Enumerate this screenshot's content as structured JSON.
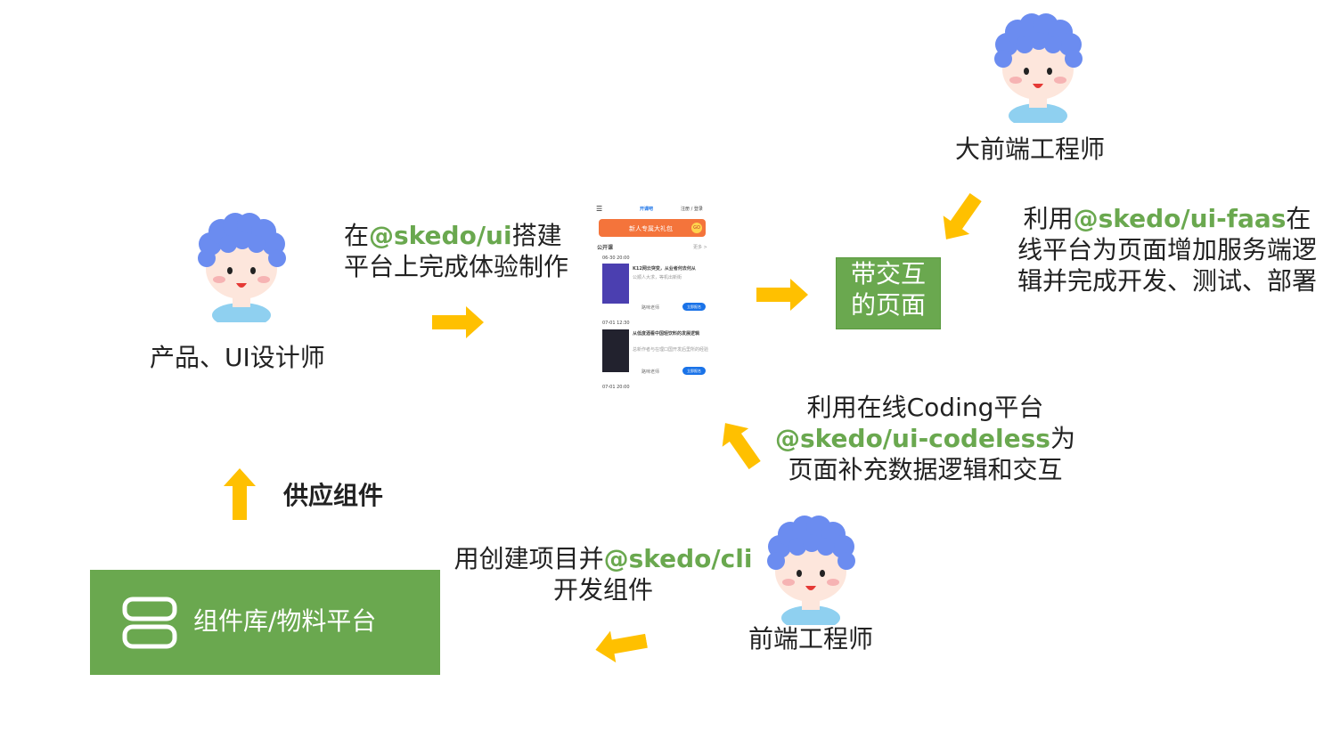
{
  "roles": {
    "product_designer": "产品、UI设计师",
    "fullstack_engineer": "大前端工程师",
    "frontend_engineer": "前端工程师"
  },
  "steps": {
    "design": {
      "pre": "在",
      "pkg": "@skedo/ui",
      "post": "搭建平台上完成体验制作"
    },
    "faas": {
      "pre": "利用",
      "pkg": "@skedo/ui-faas",
      "post": "在线平台为页面增加服务端逻辑并完成开发、测试、部署"
    },
    "codeless": {
      "pre": "利用在线Coding平台",
      "pkg": "@skedo/ui-codeless",
      "post": "为页面补充数据逻辑和交互"
    },
    "cli": {
      "pre": "用创建项目并",
      "pkg": "@skedo/cli",
      "post": "开发组件"
    },
    "supply": "供应组件"
  },
  "interactive_page_line1": "带交互",
  "interactive_page_line2": "的页面",
  "component_platform": "组件库/物料平台",
  "colors": {
    "green": "#6aa84f",
    "arrow": "#ffc000",
    "hair": "#6b8cf0"
  },
  "phone": {
    "app": "开课吧",
    "nav": "注册 / 登录",
    "banner": "新人专属大礼包",
    "banner_btn": "GO",
    "section": "公开课",
    "more": "更多 >",
    "date1": "06-30 20:00",
    "course1": "K12网云突变，从业者何去何从",
    "course1_sub": "公顺人大求，等机出新街",
    "teacher1": "路咪老师",
    "btn": "立即报名",
    "date2": "07-01 12:30",
    "course2": "从低度酒看中国轻饮料的发展逻辑",
    "course2_sub": "总新作者与在理口国开发后里所的经验",
    "teacher2": "路咪老师",
    "date3": "07-01 20:00"
  }
}
